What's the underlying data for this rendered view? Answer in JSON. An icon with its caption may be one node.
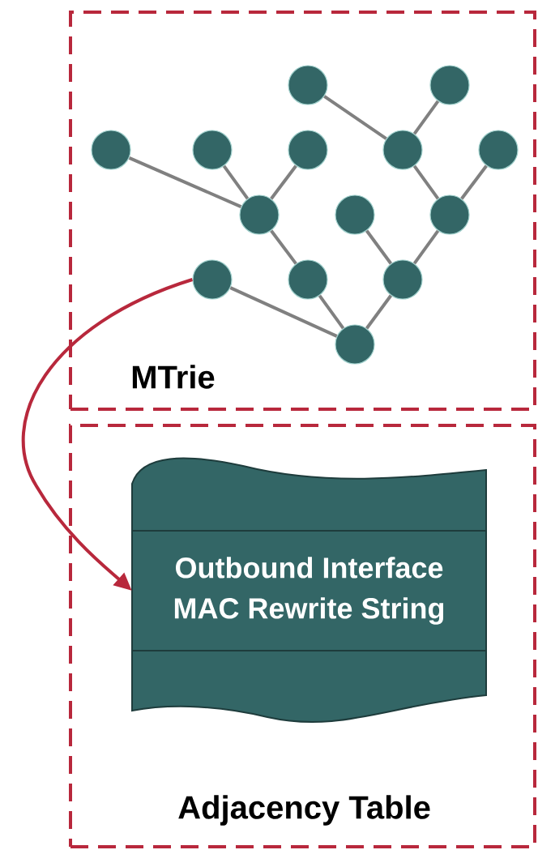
{
  "diagram": {
    "nodes": [
      {
        "text": [
          "MTrie"
        ]
      },
      {
        "text": [
          "Adjacency Table"
        ]
      },
      {
        "text": [],
        "shape": "circle",
        "in": 0
      },
      {
        "text": [],
        "shape": "circle",
        "in": 0
      },
      {
        "text": [],
        "shape": "circle",
        "in": 0
      },
      {
        "text": [],
        "shape": "circle",
        "in": 0
      },
      {
        "text": [],
        "shape": "circle",
        "in": 0
      },
      {
        "text": [],
        "shape": "circle",
        "in": 0
      },
      {
        "text": [],
        "shape": "circle",
        "in": 0
      },
      {
        "text": [],
        "shape": "circle",
        "in": 0
      },
      {
        "text": [],
        "shape": "circle",
        "in": 0
      },
      {
        "text": [],
        "shape": "circle",
        "in": 0
      },
      {
        "text": [],
        "shape": "circle",
        "in": 0
      },
      {
        "text": [],
        "shape": "circle",
        "in": 0
      },
      {
        "text": [],
        "shape": "circle",
        "in": 0
      },
      {
        "text": [],
        "shape": "circle",
        "in": 0
      },
      {
        "text": [
          "Outbound Interface",
          "MAC Rewrite String"
        ],
        "in": 1
      }
    ],
    "edges": [
      {
        "from": 2,
        "to": 7,
        "arrow": "none"
      },
      {
        "from": 3,
        "to": 7,
        "arrow": "none"
      },
      {
        "from": 4,
        "to": 9,
        "arrow": "none"
      },
      {
        "from": 5,
        "to": 9,
        "arrow": "none"
      },
      {
        "from": 6,
        "to": 9,
        "arrow": "none"
      },
      {
        "from": 7,
        "to": 11,
        "arrow": "none"
      },
      {
        "from": 8,
        "to": 11,
        "arrow": "none"
      },
      {
        "from": 9,
        "to": 13,
        "arrow": "none"
      },
      {
        "from": 10,
        "to": 14,
        "arrow": "none"
      },
      {
        "from": 11,
        "to": 14,
        "arrow": "none"
      },
      {
        "from": 12,
        "to": 15,
        "arrow": "none"
      },
      {
        "from": 13,
        "to": 15,
        "arrow": "none"
      },
      {
        "from": 14,
        "to": 15,
        "arrow": "none"
      },
      {
        "from": 12,
        "to": 16,
        "arrow": "to",
        "color": "#b8283c"
      }
    ]
  }
}
